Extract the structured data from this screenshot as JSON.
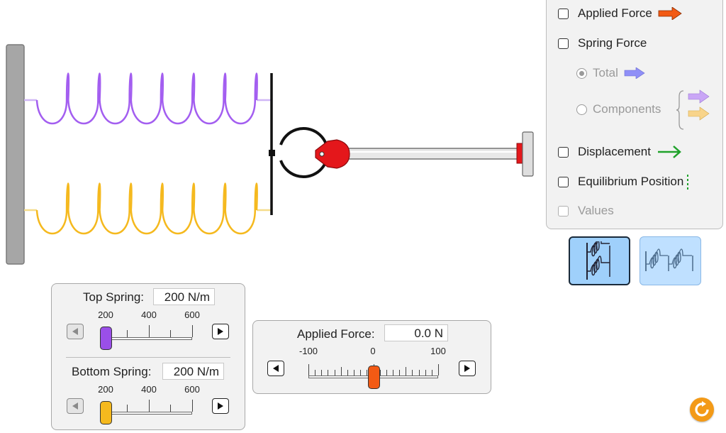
{
  "options": {
    "applied_force": "Applied Force",
    "spring_force": "Spring Force",
    "total": "Total",
    "components": "Components",
    "displacement": "Displacement",
    "equilibrium_position": "Equilibrium Position",
    "values": "Values",
    "total_selected": true
  },
  "top_spring": {
    "label": "Top Spring:",
    "value": "200 N/m",
    "ticks": [
      "200",
      "400",
      "600"
    ],
    "slider_fraction": 0.0
  },
  "bottom_spring": {
    "label": "Bottom Spring:",
    "value": "200 N/m",
    "ticks": [
      "200",
      "400",
      "600"
    ],
    "slider_fraction": 0.0
  },
  "applied_force": {
    "label": "Applied Force:",
    "value": "0.0 N",
    "ticks": [
      "-100",
      "0",
      "100"
    ],
    "slider_fraction": 0.5
  },
  "colors": {
    "top_spring": "#a35ef0",
    "bottom_spring": "#f5b91e",
    "applied_force_arrow": "#f25a14",
    "total_arrow": "#8f8ff7",
    "component_top_arrow": "#c9a6f6",
    "component_bottom_arrow": "#f8d48a",
    "displacement_arrow": "#1fa22a",
    "equilibrium_marker": "#1fa22a",
    "scene_button": "#9fd0fb",
    "reset_button": "#f39a17"
  },
  "icons": {
    "reset": "reset-icon",
    "parallel_scene": "parallel-springs-icon",
    "series_scene": "series-springs-icon"
  }
}
